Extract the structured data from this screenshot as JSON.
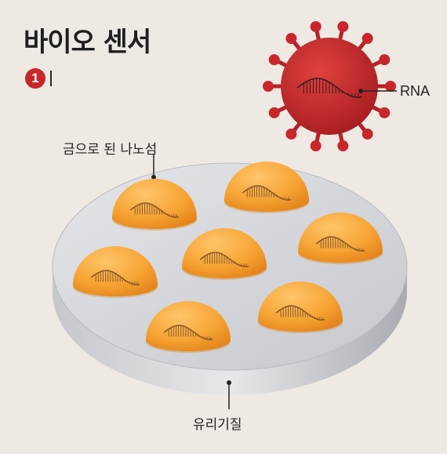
{
  "title": "바이오 센서",
  "step": {
    "number": "1"
  },
  "labels": {
    "rna": "RNA",
    "gold_nano_island": "금으로 된 나노섬",
    "glass_substrate": "유리기질"
  },
  "colors": {
    "background": "#efe9e3",
    "virus": "#c8262b",
    "virus_dark": "#9c1b1f",
    "dome": "#f6a93a",
    "dome_dark": "#e58a1e",
    "substrate_top": "#d2d4d9",
    "substrate_side": "#b5b8be",
    "accent": "#c8262b"
  },
  "icons": [
    "virus-icon",
    "rna-strand-icon",
    "gold-dome-icon",
    "glass-disc-icon"
  ],
  "domes_count_shown": 7
}
